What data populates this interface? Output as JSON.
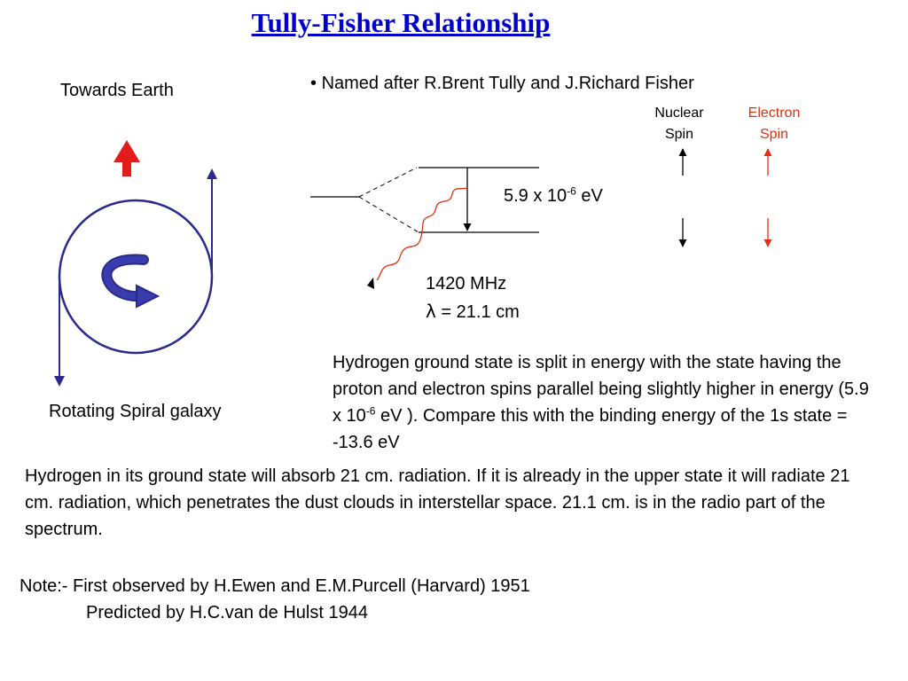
{
  "title": "Tully-Fisher Relationship",
  "bullet": {
    "glyph": "•",
    "text": "Named after R.Brent Tully and J.Richard Fisher"
  },
  "galaxy": {
    "top_label": "Towards Earth",
    "bottom_label": "Rotating Spiral galaxy",
    "earth_arrow_color": "#e21b1b",
    "circle_color": "#2a2a8c",
    "rotation_arrow_color": "#3b3bb0"
  },
  "spins": {
    "nuclear_line1": "Nuclear",
    "nuclear_line2": "Spin",
    "electron_line1": "Electron",
    "electron_line2": "Spin",
    "electron_color": "#e03010"
  },
  "energy": {
    "split_label_prefix": "5.9 x 10",
    "split_label_exp": "-6",
    "split_label_suffix": " eV",
    "frequency": "1420 MHz",
    "wavelength_symbol": "λ",
    "wavelength_text": " = 21.1 cm",
    "photon_color": "#e03010"
  },
  "paragraphs": {
    "hydrogen_split": {
      "part1": "Hydrogen ground state is split in energy with the state having the proton and electron spins parallel being slightly higher in energy (",
      "value_prefix": "5.9 x 10",
      "value_exp": "-6",
      "value_suffix": " eV",
      "part2": " ). Compare this with the binding energy of the 1s state = -13.6 eV"
    },
    "absorb": "Hydrogen in its ground state will absorb 21 cm. radiation. If it is already in the upper state it will radiate 21 cm. radiation, which penetrates the dust clouds in interstellar space.  21.1 cm. is in the radio part of the spectrum."
  },
  "note": {
    "line1": "Note:- First observed by H.Ewen and E.M.Purcell (Harvard) 1951",
    "line2": "Predicted by H.C.van de Hulst 1944"
  }
}
